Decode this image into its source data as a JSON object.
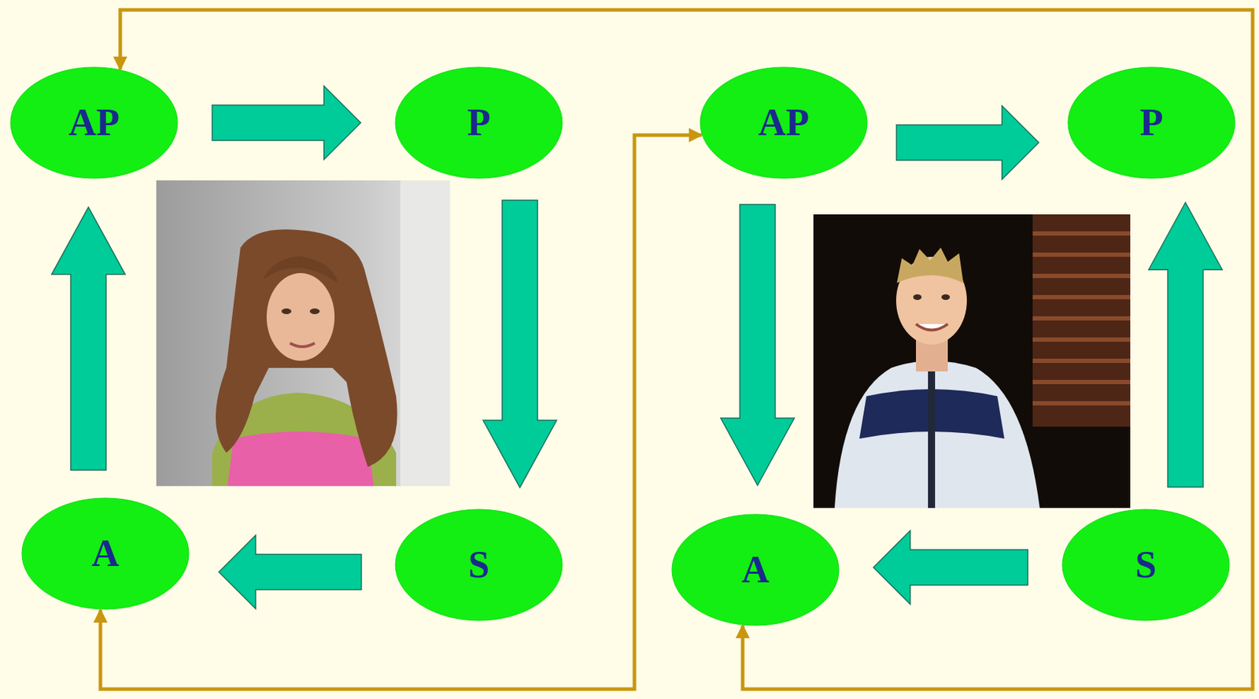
{
  "diagram": {
    "nodes": [
      {
        "text": [
          "AP"
        ]
      },
      {
        "text": [
          "P"
        ]
      },
      {
        "text": [
          "AP"
        ]
      },
      {
        "text": [
          "P"
        ]
      },
      {
        "text": [
          "A"
        ]
      },
      {
        "text": [
          "S"
        ]
      },
      {
        "text": [
          "A"
        ]
      },
      {
        "text": [
          "S"
        ]
      }
    ],
    "edges": [
      {
        "from": 0,
        "to": 1,
        "arrow": "to"
      },
      {
        "from": 1,
        "to": 5,
        "arrow": "to"
      },
      {
        "from": 5,
        "to": 4,
        "arrow": "to"
      },
      {
        "from": 4,
        "to": 0,
        "arrow": "to"
      },
      {
        "from": 2,
        "to": 3,
        "arrow": "to"
      },
      {
        "from": 2,
        "to": 6,
        "arrow": "to"
      },
      {
        "from": 7,
        "to": 6,
        "arrow": "to"
      },
      {
        "from": 7,
        "to": 3,
        "arrow": "to"
      },
      {
        "from": 0,
        "to": 6,
        "arrow": "both"
      },
      {
        "from": 4,
        "to": 2,
        "arrow": "both"
      }
    ]
  }
}
